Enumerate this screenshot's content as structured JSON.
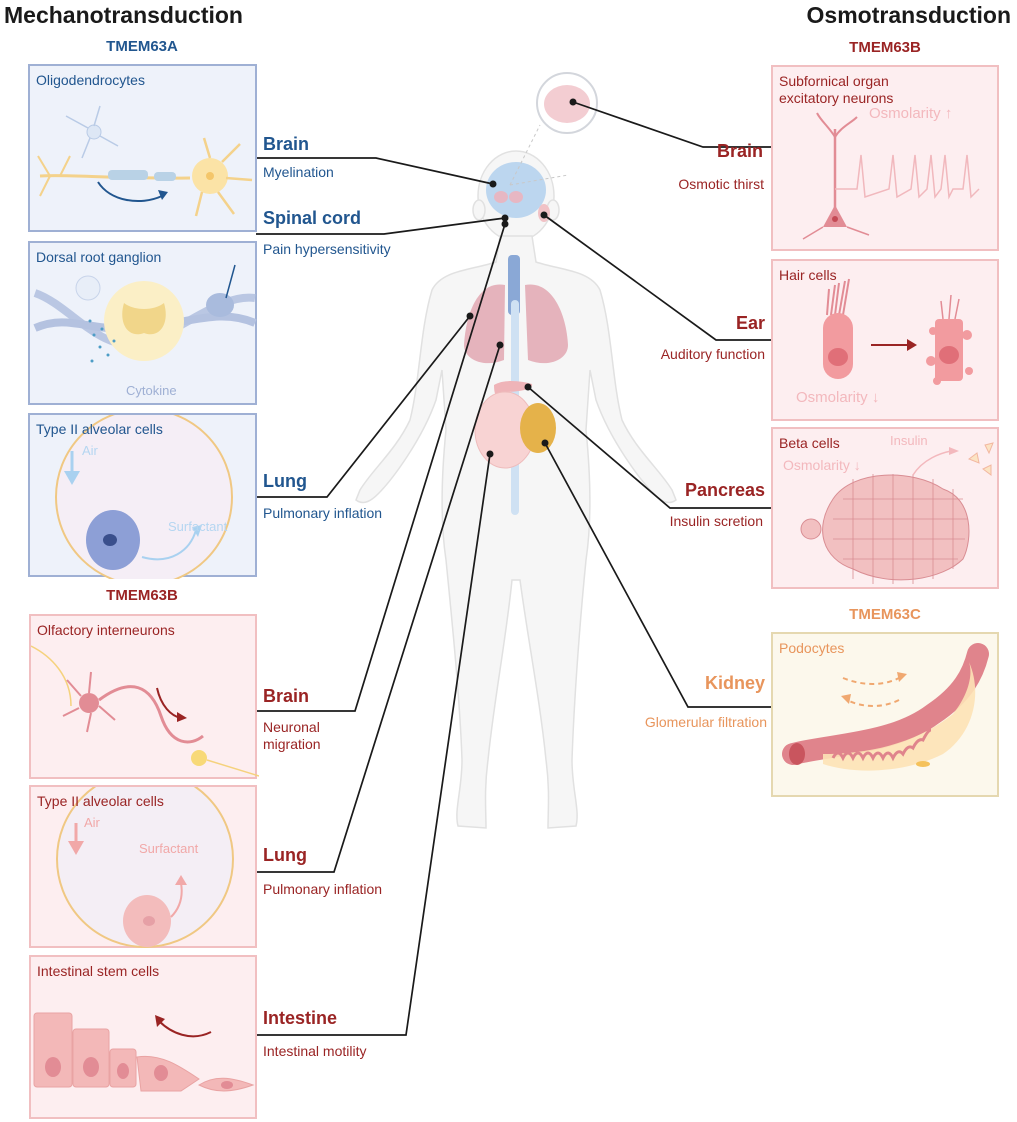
{
  "headings": {
    "left": "Mechanotransduction",
    "right": "Osmotransduction"
  },
  "left_groups": [
    {
      "gene": "TMEM63A",
      "color": "#21568f",
      "items": [
        {
          "cell": "Oligodendrocytes",
          "organ": "Brain",
          "function": "Myelination",
          "annotations": []
        },
        {
          "cell": "Dorsal root ganglion",
          "organ": "Spinal cord",
          "function": "Pain hypersensitivity",
          "annotations": [
            "Cytokine"
          ]
        },
        {
          "cell": "Type II alveolar cells",
          "organ": "Lung",
          "function": "Pulmonary inflation",
          "annotations": [
            "Air",
            "Surfactant"
          ]
        }
      ]
    },
    {
      "gene": "TMEM63B",
      "color": "#9a2424",
      "items": [
        {
          "cell": "Olfactory interneurons",
          "organ": "Brain",
          "function": "Neuronal migration",
          "function_lines": [
            "Neuronal",
            "migration"
          ],
          "annotations": []
        },
        {
          "cell": "Type II alveolar cells",
          "organ": "Lung",
          "function": "Pulmonary inflation",
          "annotations": [
            "Air",
            "Surfactant"
          ]
        },
        {
          "cell": "Intestinal stem cells",
          "organ": "Intestine",
          "function": "Intestinal motility",
          "annotations": []
        }
      ]
    }
  ],
  "right_groups": [
    {
      "gene": "TMEM63B",
      "color": "#9a2424",
      "items": [
        {
          "cell": "Subfornical organ excitatory neurons",
          "cell_lines": [
            "Subfornical organ",
            "excitatory neurons"
          ],
          "organ": "Brain",
          "function": "Osmotic thirst",
          "annotations": [
            "Osmolarity ↑"
          ]
        },
        {
          "cell": "Hair cells",
          "organ": "Ear",
          "function": "Auditory function",
          "annotations": [
            "Osmolarity ↓"
          ]
        },
        {
          "cell": "Beta cells",
          "organ": "Pancreas",
          "function": "Insulin scretion",
          "annotations": [
            "Osmolarity ↓",
            "Insulin"
          ]
        }
      ]
    },
    {
      "gene": "TMEM63C",
      "color": "#e8955c",
      "items": [
        {
          "cell": "Podocytes",
          "organ": "Kidney",
          "function": "Glomerular filtration",
          "annotations": []
        }
      ]
    }
  ],
  "colors": {
    "tmem63a": "#21568f",
    "tmem63b": "#9a2424",
    "tmem63c": "#e8955c",
    "connector": "#1a1a1a"
  }
}
